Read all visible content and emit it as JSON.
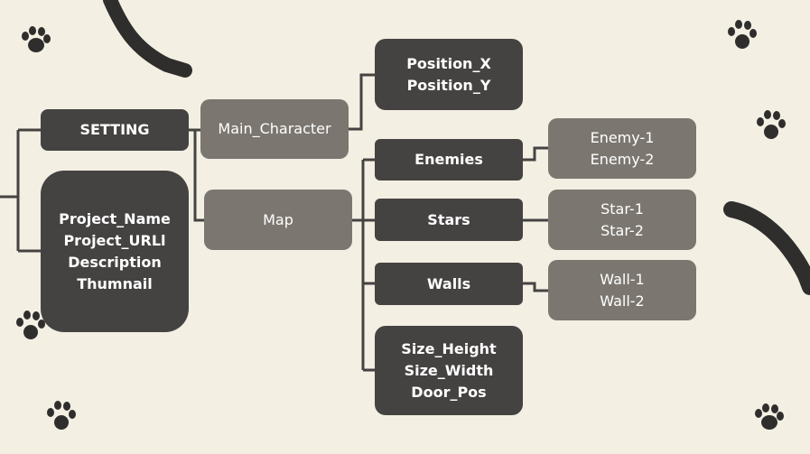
{
  "nodes": {
    "setting": "SETTING",
    "project_info": [
      "Project_Name",
      "Project_URLl",
      "Description",
      "Thumnail"
    ],
    "main_character": "Main_Character",
    "map": "Map",
    "position": [
      "Position_X",
      "Position_Y"
    ],
    "enemies": "Enemies",
    "stars": "Stars",
    "walls": "Walls",
    "map_props": [
      "Size_Height",
      "Size_Width",
      "Door_Pos"
    ],
    "enemy_list": [
      "Enemy-1",
      "Enemy-2"
    ],
    "star_list": [
      "Star-1",
      "Star-2"
    ],
    "wall_list": [
      "Wall-1",
      "Wall-2"
    ]
  },
  "colors": {
    "background": "#f3efe3",
    "dark_node": "#454342",
    "grey_node": "#7b7770",
    "connector": "#454342",
    "decoration": "#2f2e2d"
  },
  "decorations": [
    "paw-print-icon",
    "cat-tail-icon"
  ]
}
